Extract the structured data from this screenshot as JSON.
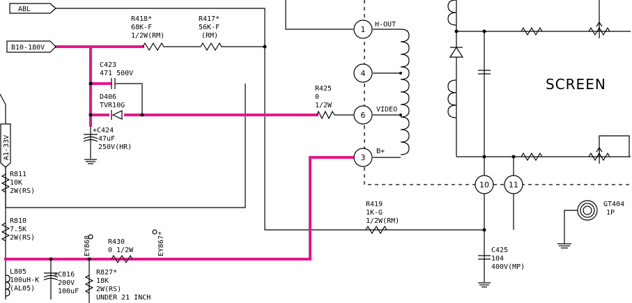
{
  "nets": {
    "abl": "ABL",
    "b10": "B10-180V",
    "a1": "A1-33V"
  },
  "flyback": {
    "pins": [
      "1",
      "4",
      "6",
      "3"
    ],
    "pin_labels": {
      "h_out": "H-OUT",
      "video": "VIDEO",
      "b_plus": "B+"
    },
    "crt_pins": [
      "10",
      "11"
    ]
  },
  "screen_label": "SCREEN",
  "components": {
    "r418": {
      "ref": "R418*",
      "val": "68K-F",
      "spec": "1/2W(RM)"
    },
    "r417": {
      "ref": "R417*",
      "val": "56K-F",
      "spec": "(RM)"
    },
    "c423": {
      "ref": "C423",
      "val": "471 500V"
    },
    "d406": {
      "ref": "D406",
      "val": "TVR10G"
    },
    "c424": {
      "ref": "+C424",
      "val": "47uF",
      "spec": "250V(HR)"
    },
    "r425": {
      "ref": "R425",
      "val": "0",
      "spec": "1/2W"
    },
    "r811": {
      "ref": "R811",
      "val": "10K",
      "spec": "2W(RS)"
    },
    "r810": {
      "ref": "R810",
      "val": "7.5K",
      "spec": "2W(RS)"
    },
    "r430": {
      "ref": "R430",
      "val": "0 1/2W"
    },
    "ey868": {
      "ref": "EY868"
    },
    "ey867": {
      "ref": "EY867*"
    },
    "l805": {
      "ref": "L805",
      "val": "100uH-K",
      "spec": "(AL05)"
    },
    "c816": {
      "ref": "+C816",
      "val": "200V",
      "spec": "100uF"
    },
    "r827": {
      "ref": "R827*",
      "val": "18K",
      "spec": "2W(RS)",
      "note": "UNDER 21 INCH"
    },
    "r419": {
      "ref": "R419",
      "val": "1K-G",
      "spec": "1/2W(RM)"
    },
    "c425": {
      "ref": "C425",
      "val": "104",
      "spec": "400V(MP)"
    },
    "gt404": {
      "ref": "GT404",
      "val": "1P"
    }
  },
  "colors": {
    "highlight": "#e6178a",
    "line": "#000000"
  }
}
